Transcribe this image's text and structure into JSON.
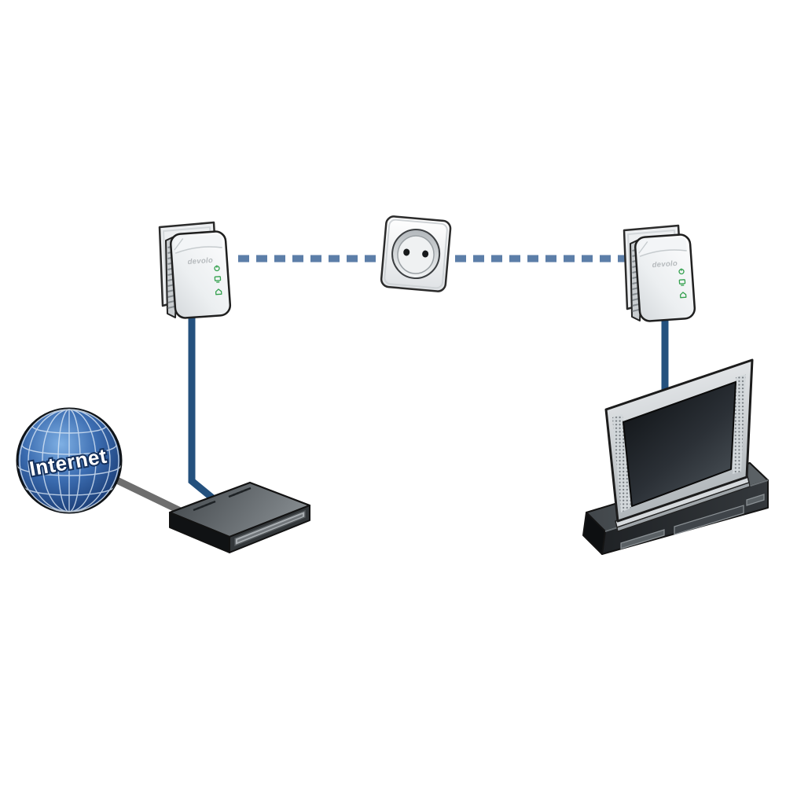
{
  "diagram": {
    "type": "powerline-network-setup-diagram",
    "background": "#ffffff",
    "labels": {
      "internet": "Internet",
      "adapter_brand": "devolo"
    },
    "nodes": [
      {
        "id": "internet-globe",
        "type": "globe",
        "label": "Internet"
      },
      {
        "id": "router-modem",
        "type": "router"
      },
      {
        "id": "powerline-adapter-left",
        "type": "powerline-adapter",
        "brand": "devolo",
        "leds": [
          {
            "icon": "power-icon"
          },
          {
            "icon": "ethernet-icon"
          },
          {
            "icon": "home-icon"
          }
        ]
      },
      {
        "id": "wall-outlet",
        "type": "power-socket",
        "socket_holes": 2
      },
      {
        "id": "powerline-adapter-right",
        "type": "powerline-adapter",
        "brand": "devolo",
        "leds": [
          {
            "icon": "power-icon"
          },
          {
            "icon": "ethernet-icon"
          },
          {
            "icon": "home-icon"
          }
        ]
      },
      {
        "id": "television",
        "type": "tv"
      }
    ],
    "connections": [
      {
        "from": "internet-globe",
        "to": "router-modem",
        "style": "solid",
        "color": "#6e6e6e"
      },
      {
        "from": "router-modem",
        "to": "powerline-adapter-left",
        "style": "solid",
        "color": "#24517e"
      },
      {
        "from": "powerline-adapter-left",
        "to": "powerline-adapter-right",
        "via": "wall-outlet",
        "style": "dashed",
        "dash_pattern": "14 9",
        "color": "#5c7ea8"
      },
      {
        "from": "powerline-adapter-right",
        "to": "television",
        "style": "solid",
        "color": "#24517e"
      }
    ],
    "colors": {
      "ethernet_cable": "#24517e",
      "powerline_dashed": "#5c7ea8",
      "internet_cable": "#6e6e6e",
      "led_green": "#35a14f",
      "globe_blue": "#3b6cb0"
    }
  }
}
